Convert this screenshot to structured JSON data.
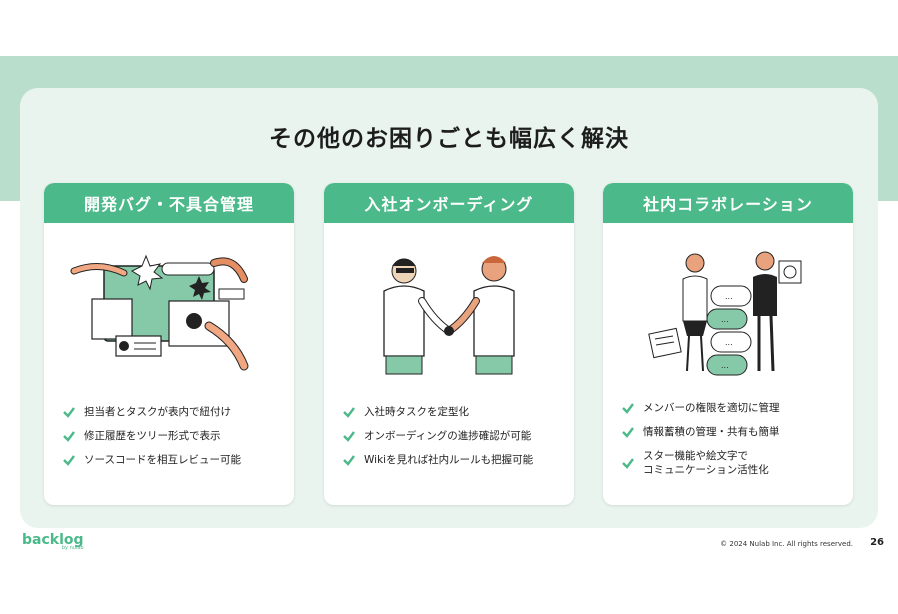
{
  "slide": {
    "title": "その他のお困りごとも幅広く解決",
    "page_number": "26",
    "copyright": "© 2024 Nulab Inc. All rights reserved.",
    "logo_text": "backlog",
    "logo_sub": "by nulab"
  },
  "cards": [
    {
      "heading": "開発バグ・不具合管理",
      "points": [
        "担当者とタスクが表内で紐付け",
        "修正履歴をツリー形式で表示",
        "ソースコードを相互レビュー可能"
      ]
    },
    {
      "heading": "入社オンボーディング",
      "points": [
        "入社時タスクを定型化",
        "オンボーディングの進捗確認が可能",
        "Wikiを見れば社内ルールも把握可能"
      ]
    },
    {
      "heading": "社内コラボレーション",
      "points": [
        "メンバーの権限を適切に管理",
        "情報蓄積の管理・共有も簡単",
        "スター機能や絵文字で",
        "コミュニケーション活性化"
      ]
    }
  ],
  "colors": {
    "accent": "#4bb98a",
    "band": "#b9dfcc",
    "panel": "#e9f4ef"
  },
  "icons": {
    "bullet": "check-icon"
  }
}
